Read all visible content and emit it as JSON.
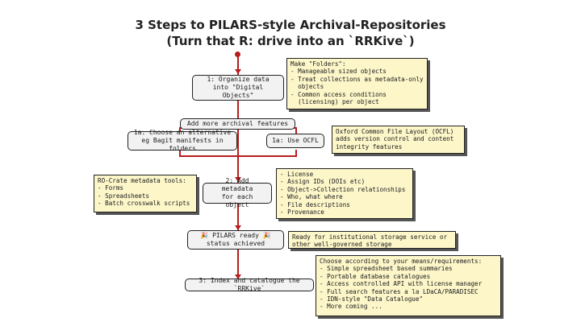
{
  "title": {
    "line1": "3 Steps to PILARS-style Archival-Repositories",
    "line2": "(Turn that R: drive into an `RRKive`)"
  },
  "steps": {
    "step1": "1: Organize data\ninto \"Digital Objects\"",
    "add_features": "Add more archival features",
    "step1a_alt": "1a: Choose an alternative\neg Bagit manifests in folders",
    "step1a_ocfl": "1a: Use OCFL",
    "step2": "2: Add metadata\nfor each object",
    "ready": "🎉 PILARS ready 🎉\nstatus achieved",
    "step3": "3: Index and catalogue the `RRKive`"
  },
  "notes": {
    "folders": "Make \"Folders\":\n- Manageable sized objects\n- Treat collections as metadata-only\n  objects\n- Common access conditions\n  (licensing) per object",
    "ocfl": "Oxford Common File Layout (OCFL)\nadds version control and content\nintegrity features",
    "rocrate": "RO-Crate metadata tools:\n- Forms\n- Spreadsheets\n- Batch crosswalk scripts",
    "metadata": "- License\n- Assign IDs (DOIs etc)\n- Object->Collection relationships\n- Who, what where\n- File descriptions\n- Provenance",
    "storage": "Ready for institutional storage service or\nother well-governed storage",
    "index": "Choose according to your means/requirements:\n- Simple spreadsheet based summaries\n- Portable database catalogues\n- Access controlled API with license manager\n- Full search features a la LDaCA/PARADISEC\n- IDN-style \"Data Catalogue\"\n- More coming ..."
  },
  "colors": {
    "connector": "#b81d1d",
    "note_bg": "#fcf6c9",
    "box_bg": "#f2f2f2"
  }
}
